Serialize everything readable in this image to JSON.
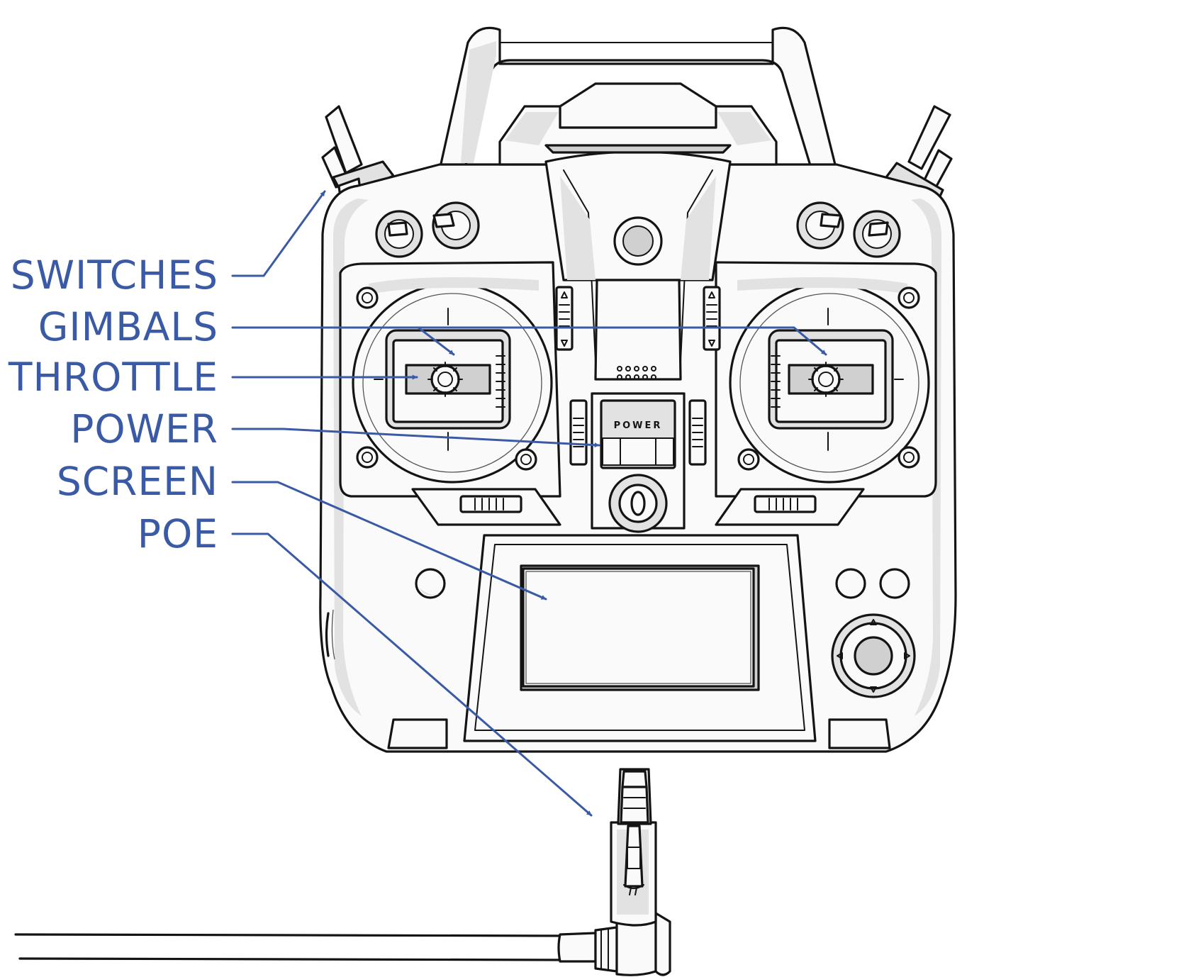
{
  "labels": {
    "switches": "SWITCHES",
    "gimbals": "GIMBALS",
    "throttle": "THROTTLE",
    "power": "POWER",
    "screen": "SCREEN",
    "poe": "POE"
  },
  "device": {
    "power_button_text": "POWER"
  },
  "colors": {
    "callout": "#3a5aa5",
    "outline": "#141414",
    "shade": "#e2e2e2"
  }
}
